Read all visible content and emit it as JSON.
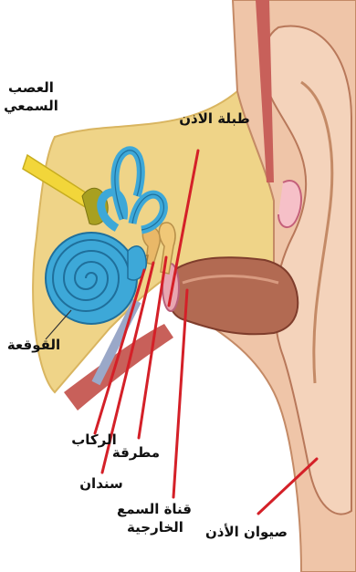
{
  "labels": {
    "auditory_nerve": [
      "العصب",
      "السمعي"
    ],
    "eardrum": "طبلة الاذن",
    "cochlea": "القوقعة",
    "stapes": "الركاب",
    "hammer": "مطرقة",
    "anvil": "سندان",
    "ear_canal": [
      "قناة السمع",
      "الخارجية"
    ],
    "pinna": "صيوان الأذن"
  },
  "colors": {
    "bone": "#efd488",
    "bone_dark": "#d9b560",
    "skin": "#efc5a8",
    "skin_dark": "#c48a66",
    "canal": "#b26a52",
    "cochlea": "#3da8d8",
    "cochlea_dark": "#1f6f9b",
    "nerve": "#f2d63a",
    "muscle": "#c8605a",
    "pointer": "#d42028"
  }
}
